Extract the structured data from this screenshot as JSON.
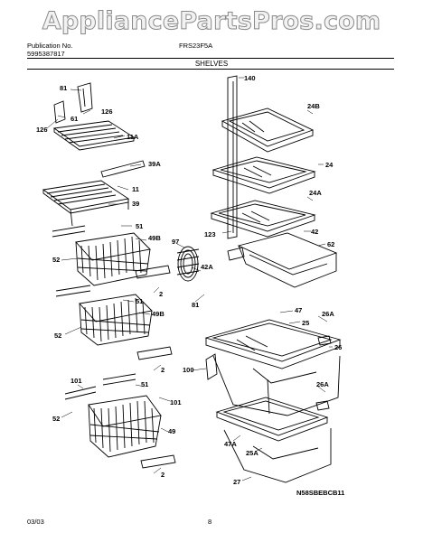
{
  "watermark": "AppliancePartsPros.com",
  "header": {
    "pub_label": "Publication No.",
    "pub_number": "5995387817",
    "model": "FRS23F5A",
    "section_title": "SHELVES"
  },
  "callouts": [
    "81",
    "126",
    "61",
    "126",
    "11A",
    "39A",
    "11",
    "39",
    "51",
    "49B",
    "52",
    "97",
    "2",
    "42A",
    "81",
    "51",
    "49B",
    "52",
    "2",
    "101",
    "51",
    "101",
    "52",
    "49",
    "2",
    "140",
    "24B",
    "24",
    "24A",
    "123",
    "42",
    "62",
    "47",
    "25",
    "26A",
    "26",
    "100",
    "26A",
    "47A",
    "25A",
    "27"
  ],
  "drawing_code": "N58SBEBCB11",
  "footer": {
    "date": "03/03",
    "page": "8"
  }
}
